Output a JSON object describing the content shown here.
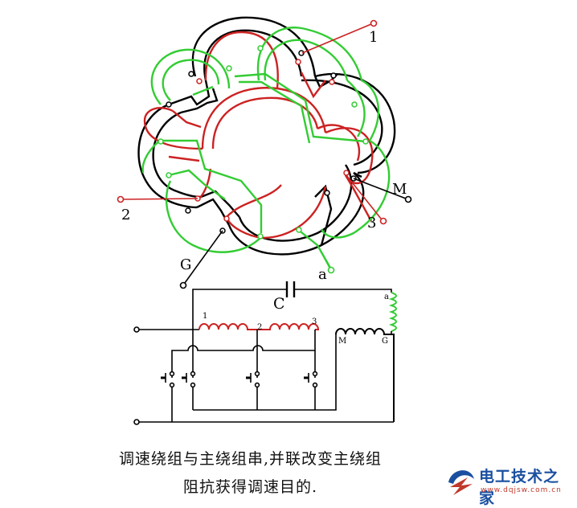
{
  "labels": {
    "lead1": "1",
    "lead2": "2",
    "lead3": "3",
    "leadM": "M",
    "leadG": "G",
    "leada": "a",
    "cap_C": "C",
    "sch_a": "a",
    "sch_1": "1",
    "sch_2": "2",
    "sch_3": "3",
    "sch_M": "M",
    "sch_G": "G"
  },
  "caption": {
    "line1": "调速绕组与主绕组串,并联改变主绕组",
    "line2": "阻抗获得调速目的."
  },
  "logo": {
    "name": "电工技术之家",
    "url": "www.dqjsw.com.cn"
  },
  "colors": {
    "main_winding": "#000000",
    "speed_winding": "#cc2222",
    "aux_winding": "#33cc33"
  }
}
